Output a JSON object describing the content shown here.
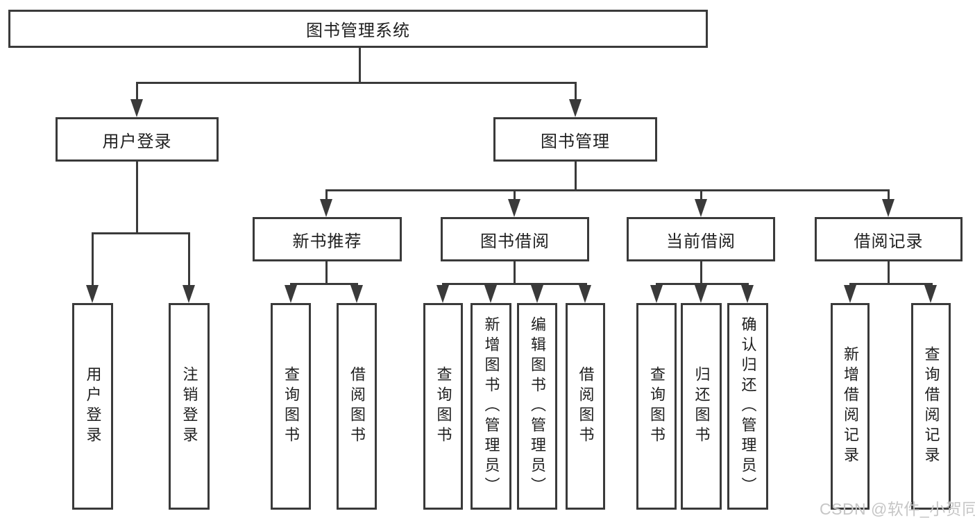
{
  "diagram": {
    "root": "图书管理系统",
    "user_branch": {
      "label": "用户登录",
      "children": [
        "用户登录",
        "注销登录"
      ]
    },
    "mgmt_branch": {
      "label": "图书管理",
      "groups": [
        {
          "label": "新书推荐",
          "children": [
            "查询图书",
            "借阅图书"
          ]
        },
        {
          "label": "图书借阅",
          "children": [
            "查询图书",
            "新增图书（管理员）",
            "编辑图书（管理员）",
            "借阅图书"
          ]
        },
        {
          "label": "当前借阅",
          "children": [
            "查询图书",
            "归还图书",
            "确认归还（管理员）"
          ]
        },
        {
          "label": "借阅记录",
          "children": [
            "新增借阅记录",
            "查询借阅记录"
          ]
        }
      ]
    }
  },
  "watermark": "CSDN @软件_小贺同学",
  "colors": {
    "line": "#3a3a3a",
    "text": "#1f1f1f",
    "background": "#ffffff",
    "watermark": "#c6c6c6"
  }
}
